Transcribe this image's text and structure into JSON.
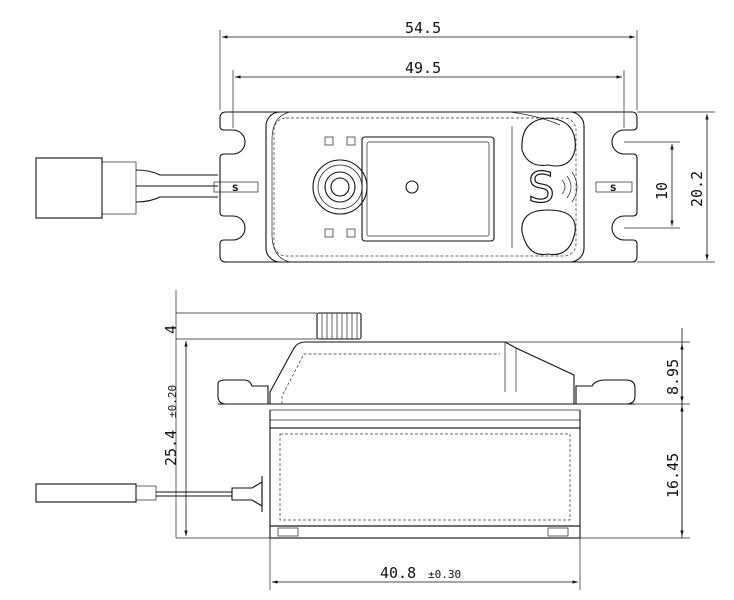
{
  "top_view": {
    "dimensions": {
      "overall_length": "54.5",
      "hole_spacing": "49.5",
      "hole_pitch_vertical": "10",
      "overall_width": "20.2"
    },
    "connector_label_left": "S",
    "connector_label_right": "S",
    "logo_letter": "S"
  },
  "side_view": {
    "dimensions": {
      "spline_height": "4",
      "total_height": "25.4",
      "total_height_tolerance": "±0.20",
      "upper_case_height": "8.95",
      "lower_case_height": "16.45",
      "case_length": "40.8",
      "case_length_tolerance": "±0.30"
    }
  },
  "colors": {
    "line": "#111111",
    "background": "#ffffff"
  }
}
